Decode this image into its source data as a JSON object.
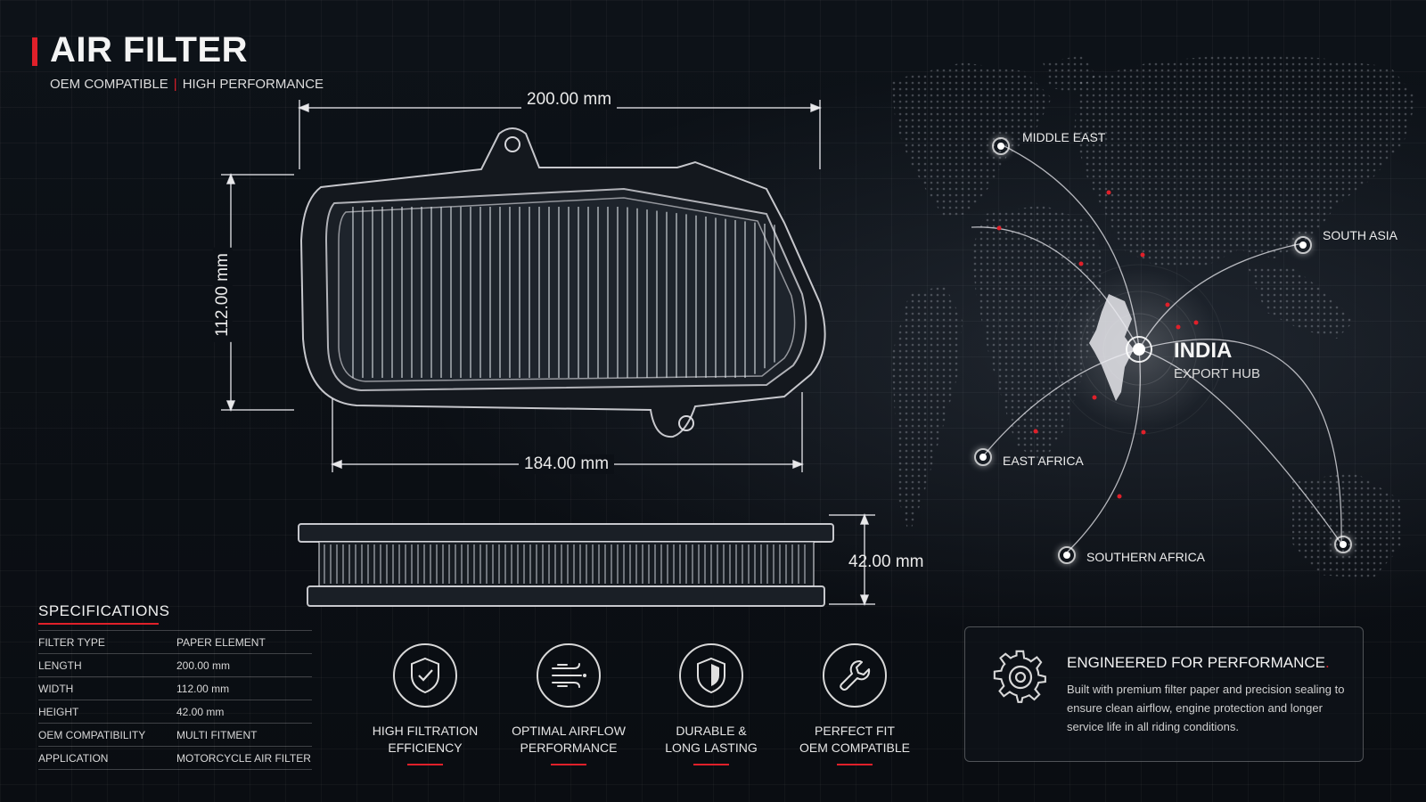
{
  "header": {
    "title": "AIR FILTER",
    "subtitle_left": "OEM COMPATIBLE",
    "subtitle_sep": "|",
    "subtitle_right": "HIGH PERFORMANCE"
  },
  "dimensions": {
    "length_top": "200.00 mm",
    "height_side": "112.00 mm",
    "width_bottom": "184.00 mm",
    "depth": "42.00 mm"
  },
  "specifications": {
    "title": "SPECIFICATIONS",
    "rows": [
      {
        "key": "FILTER TYPE",
        "value": "PAPER ELEMENT"
      },
      {
        "key": "LENGTH",
        "value": "200.00 mm"
      },
      {
        "key": "WIDTH",
        "value": "112.00 mm"
      },
      {
        "key": "HEIGHT",
        "value": "42.00 mm"
      },
      {
        "key": "OEM COMPATIBILITY",
        "value": "MULTI FITMENT"
      },
      {
        "key": "APPLICATION",
        "value": "MOTORCYCLE AIR FILTER"
      }
    ]
  },
  "features": [
    {
      "line1": "HIGH FILTRATION",
      "line2": "EFFICIENCY",
      "icon": "shield-check-icon"
    },
    {
      "line1": "OPTIMAL AIRFLOW",
      "line2": "PERFORMANCE",
      "icon": "airflow-icon"
    },
    {
      "line1": "DURABLE &",
      "line2": "LONG LASTING",
      "icon": "shield-icon"
    },
    {
      "line1": "PERFECT FIT",
      "line2": "OEM COMPATIBLE",
      "icon": "wrench-icon"
    }
  ],
  "map": {
    "hub_title": "INDIA",
    "hub_subtitle": "EXPORT HUB",
    "destinations": [
      "MIDDLE EAST",
      "SOUTH ASIA",
      "EAST AFRICA",
      "SOUTHERN AFRICA"
    ]
  },
  "engineered": {
    "title": "ENGINEERED FOR PERFORMANCE",
    "title_dot": ".",
    "text": "Built with premium filter paper and precision sealing to ensure clean airflow, engine protection and longer service life in all riding conditions.",
    "icon": "gear-icon"
  },
  "colors": {
    "accent": "#e0202a",
    "background": "#0b0f14",
    "text": "#e8e8e8"
  }
}
